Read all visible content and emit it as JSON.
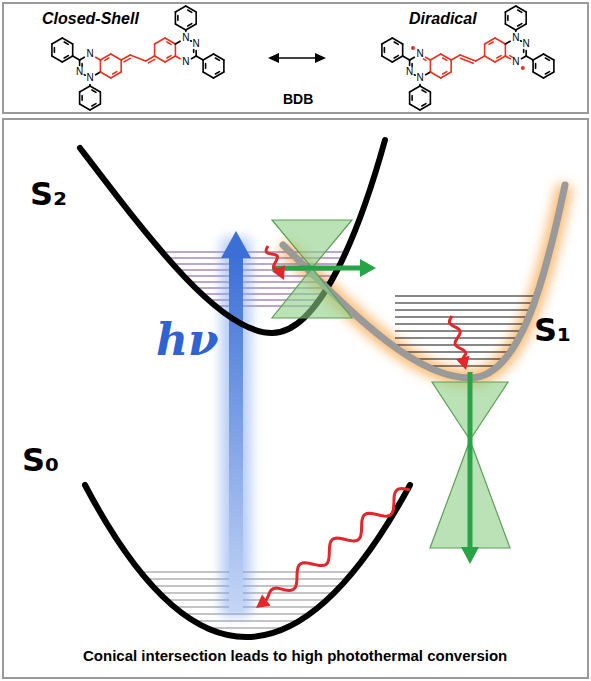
{
  "diagram": {
    "nodes": [
      {
        "text": [
          "Closed-Shell",
          "Diradical",
          "BDB"
        ]
      },
      {
        "text": [
          "Conical intersection leads to high photothermal conversion"
        ]
      }
    ],
    "labels": [
      "S₂",
      "S₁",
      "S₀",
      "hν",
      "N",
      "N",
      "N",
      "N",
      "N",
      "N",
      "N",
      "N",
      "N",
      "N",
      "N",
      "N"
    ]
  }
}
